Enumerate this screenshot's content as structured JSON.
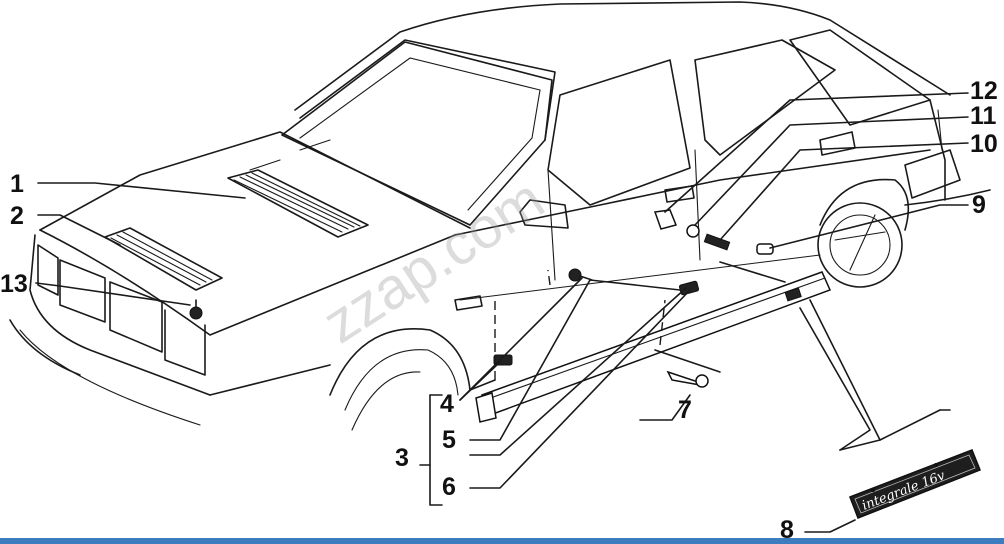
{
  "callouts": {
    "c1": "1",
    "c2": "2",
    "c3": "3",
    "c4": "4",
    "c5": "5",
    "c6": "6",
    "c7": "7",
    "c8": "8",
    "c9": "9",
    "c10": "10",
    "c11": "11",
    "c12": "12",
    "c13": "13"
  },
  "badge_text": "integrale 16v",
  "watermark": "zzap.com",
  "colors": {
    "line": "#1a1a1a",
    "bottom_bar": "#3d7dbf",
    "badge": "#1e1e1e"
  }
}
